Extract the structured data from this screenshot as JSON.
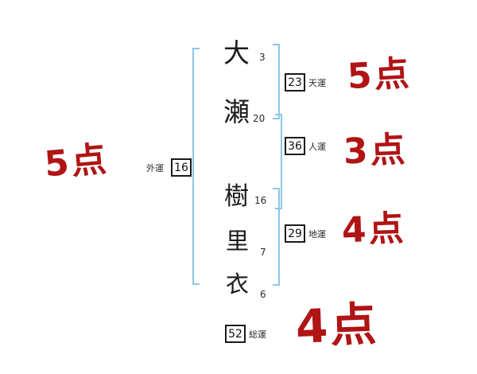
{
  "name": {
    "surname_chars": [
      {
        "char": "大",
        "strokes": "3"
      },
      {
        "char": "瀬",
        "strokes": "20"
      }
    ],
    "given_chars": [
      {
        "char": "樹",
        "strokes": "16"
      },
      {
        "char": "里",
        "strokes": "7"
      },
      {
        "char": "衣",
        "strokes": "6"
      }
    ]
  },
  "fortunes": {
    "heaven": {
      "label": "天運",
      "value": "23",
      "score": "5点"
    },
    "person": {
      "label": "人運",
      "value": "36",
      "score": "3点"
    },
    "earth": {
      "label": "地運",
      "value": "29",
      "score": "4点"
    },
    "outer": {
      "label": "外運",
      "value": "16",
      "score": "5点"
    },
    "total": {
      "label": "総運",
      "value": "52",
      "score": "4点"
    }
  },
  "colors": {
    "score_red": "#b01414",
    "bracket_blue": "#8cc6e6"
  }
}
